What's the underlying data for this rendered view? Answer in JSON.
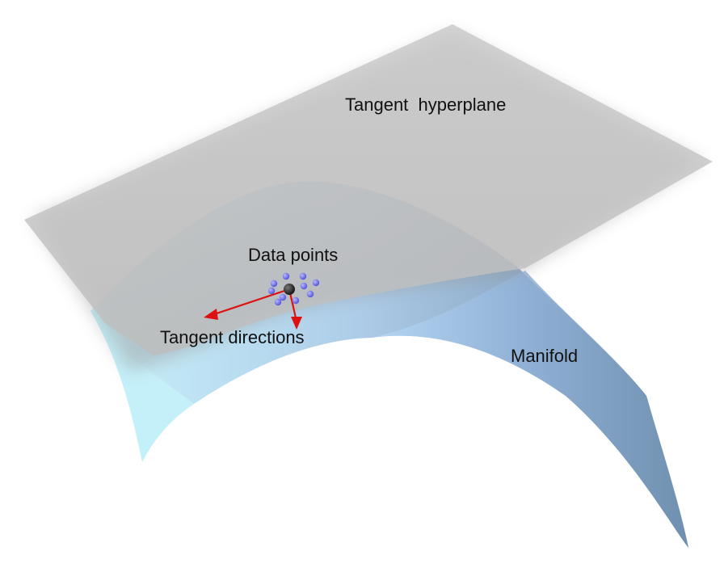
{
  "labels": {
    "tangent_hyperplane": "Tangent  hyperplane",
    "data_points": "Data points",
    "tangent_directions": "Tangent directions",
    "manifold": "Manifold"
  },
  "colors": {
    "hyperplane": "#c8c8c8",
    "manifold_left": "#c6f1fb",
    "manifold_right": "#6f8daa",
    "data_point": "#6f6ff0",
    "center_point": "#222222",
    "arrow": "#dd1111"
  },
  "data_points": {
    "count": 10
  },
  "tangent_directions": {
    "count": 2
  }
}
